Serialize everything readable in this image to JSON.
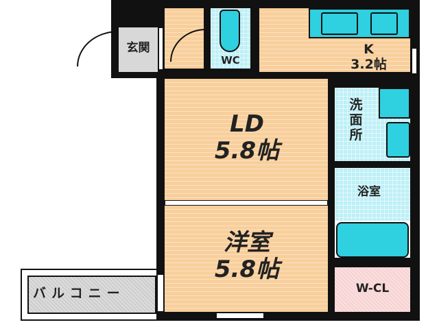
{
  "rooms": {
    "genkan": "玄関",
    "wc": "WC",
    "kitchen": {
      "name": "K",
      "size": "3.2帖"
    },
    "ld": {
      "name": "LD",
      "size": "5.8帖"
    },
    "washroom": "洗面所",
    "bath": "浴室",
    "western_room": {
      "name": "洋室",
      "size": "5.8帖"
    },
    "closet": "W-CL",
    "balcony": "バルコニー"
  },
  "colors": {
    "wood_floor": "#f8cf9c",
    "tile": "#bdeff6",
    "fixture": "#2fd0e0",
    "closet": "#f8d4d4",
    "entrance": "#d8d8d8"
  }
}
